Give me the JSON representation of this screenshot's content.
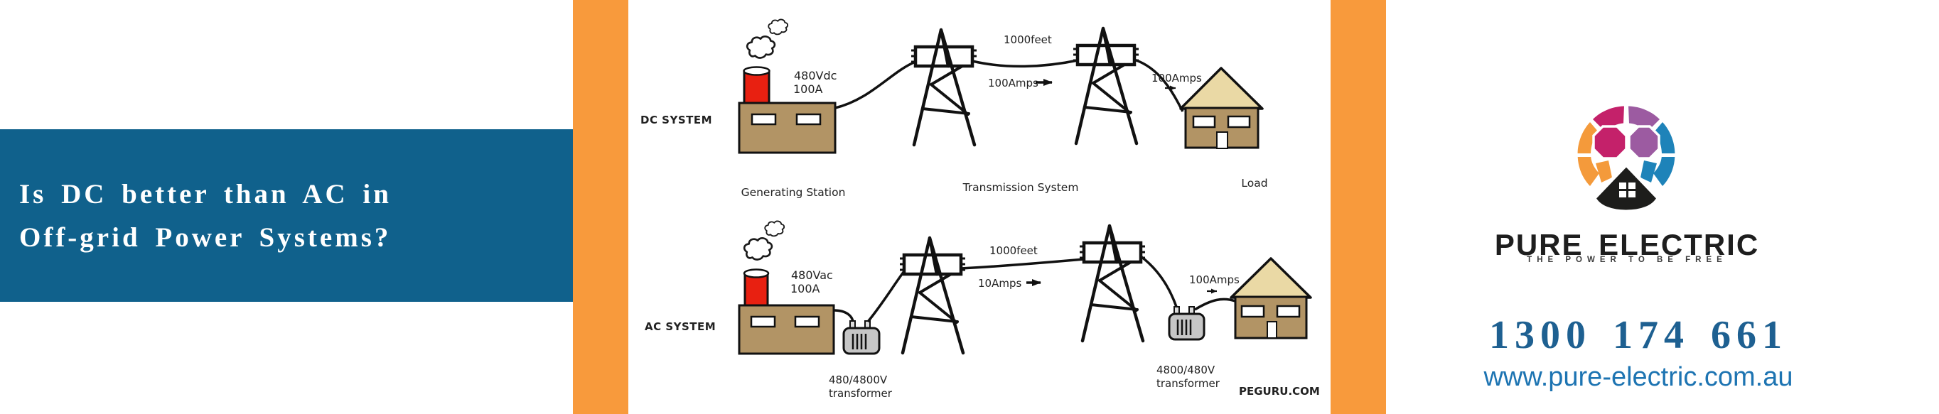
{
  "title": {
    "line1": "Is DC better than AC in",
    "line2": "Off-grid Power Systems?"
  },
  "colors": {
    "title_bg": "#10618c",
    "stripe_orange": "#f89a3c",
    "phone_blue": "#1e6091",
    "website_blue": "#1d74b2",
    "logo_magenta": "#c4216a",
    "logo_purple": "#9c5ba1",
    "logo_orange": "#f49a3b",
    "logo_blue": "#1e83b9",
    "building_tan": "#b29465",
    "roof_cream": "#ead9a5",
    "chimney_red": "#e82011"
  },
  "diagram": {
    "watermark": "PEGURU.COM",
    "dc": {
      "system_label": "DC SYSTEM",
      "source_voltage": "480Vdc",
      "source_current": "100A",
      "span_distance": "1000feet",
      "line_current": "100Amps",
      "load_current": "100Amps",
      "caption_station": "Generating Station",
      "caption_transmission": "Transmission System",
      "caption_load": "Load"
    },
    "ac": {
      "system_label": "AC SYSTEM",
      "source_voltage": "480Vac",
      "source_current": "100A",
      "span_distance": "1000feet",
      "line_current": "10Amps",
      "load_current": "100Amps",
      "stepup_transformer": {
        "line1": "480/4800V",
        "line2": "transformer"
      },
      "stepdown_transformer": {
        "line1": "4800/480V",
        "line2": "transformer"
      }
    }
  },
  "brand": {
    "name": "PURE ELECTRIC",
    "tagline": "THE POWER TO BE FREE",
    "phone": "1300 174 661",
    "website": "www.pure-electric.com.au"
  }
}
